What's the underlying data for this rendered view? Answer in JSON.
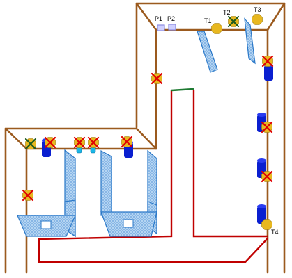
{
  "labels": {
    "p1": "P1",
    "p2": "P2",
    "t1": "T1",
    "t2": "T2",
    "t3": "T3",
    "t4": "T4"
  },
  "colors": {
    "wall": "#9b5a1e",
    "pipe": "#c00000",
    "valve": "#e8b820",
    "cross": "#e00000",
    "tank": "#0a1fd0",
    "panel": "#2a78c8",
    "panel_fill": "#a9cdf0",
    "pipe_segment": "#1e7a32",
    "plug": "#8a8ae0"
  },
  "icons": [
    "valve-icon",
    "tank-icon",
    "plug-icon",
    "hose-icon"
  ]
}
